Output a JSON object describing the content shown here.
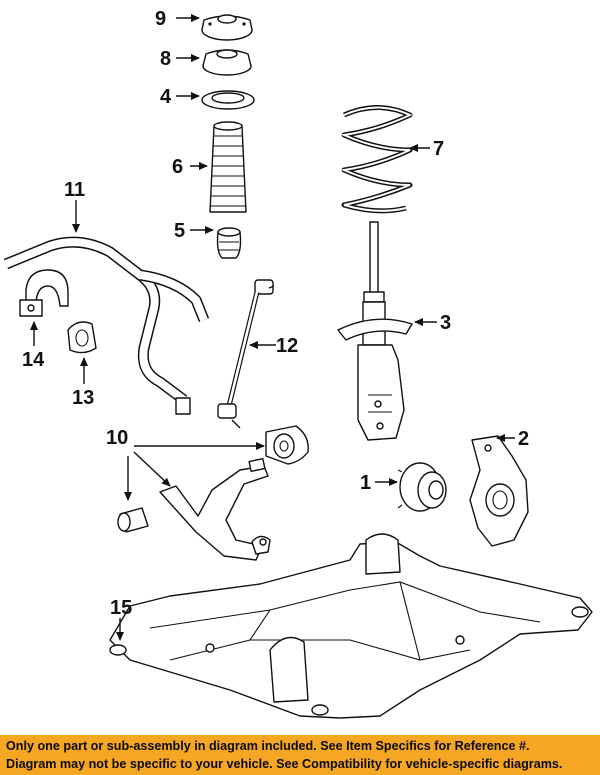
{
  "callouts": {
    "c1": "1",
    "c2": "2",
    "c3": "3",
    "c4": "4",
    "c5": "5",
    "c6": "6",
    "c7": "7",
    "c8": "8",
    "c9": "9",
    "c10": "10",
    "c11": "11",
    "c12": "12",
    "c13": "13",
    "c14": "14",
    "c15": "15"
  },
  "footer": {
    "line1": "Only one part or sub-assembly in diagram included. See Item Specifics for Reference #.",
    "line2": "Diagram may not be specific to your vehicle. See Compatibility for vehicle-specific diagrams."
  },
  "colors": {
    "banner": "#f5a623",
    "ink": "#111111"
  }
}
